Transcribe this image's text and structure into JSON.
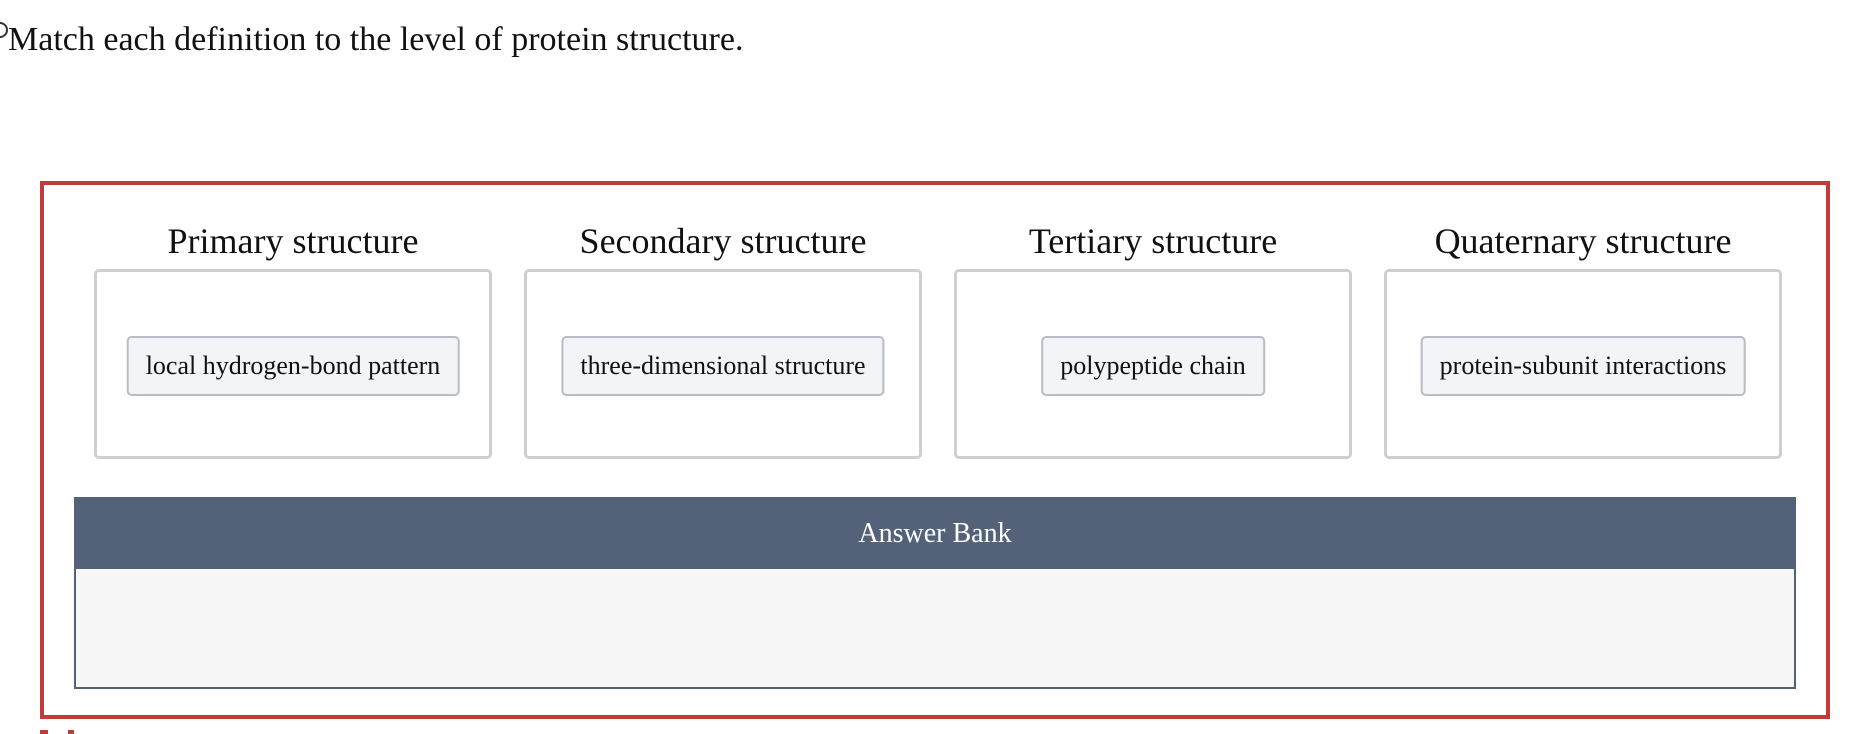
{
  "question": {
    "text": "Match each definition to the level of protein structure."
  },
  "targets": [
    {
      "title": "Primary structure",
      "placed_item": "local hydrogen-bond pattern"
    },
    {
      "title": "Secondary structure",
      "placed_item": "three-dimensional structure"
    },
    {
      "title": "Tertiary structure",
      "placed_item": "polypeptide chain"
    },
    {
      "title": "Quaternary structure",
      "placed_item": "protein-subunit interactions"
    }
  ],
  "answer_bank": {
    "title": "Answer Bank",
    "items": []
  },
  "colors": {
    "error_border": "#c23b3b",
    "bank_header": "#536278",
    "chip_background": "#f3f4f8",
    "dropzone_border": "#cfcfcf"
  }
}
